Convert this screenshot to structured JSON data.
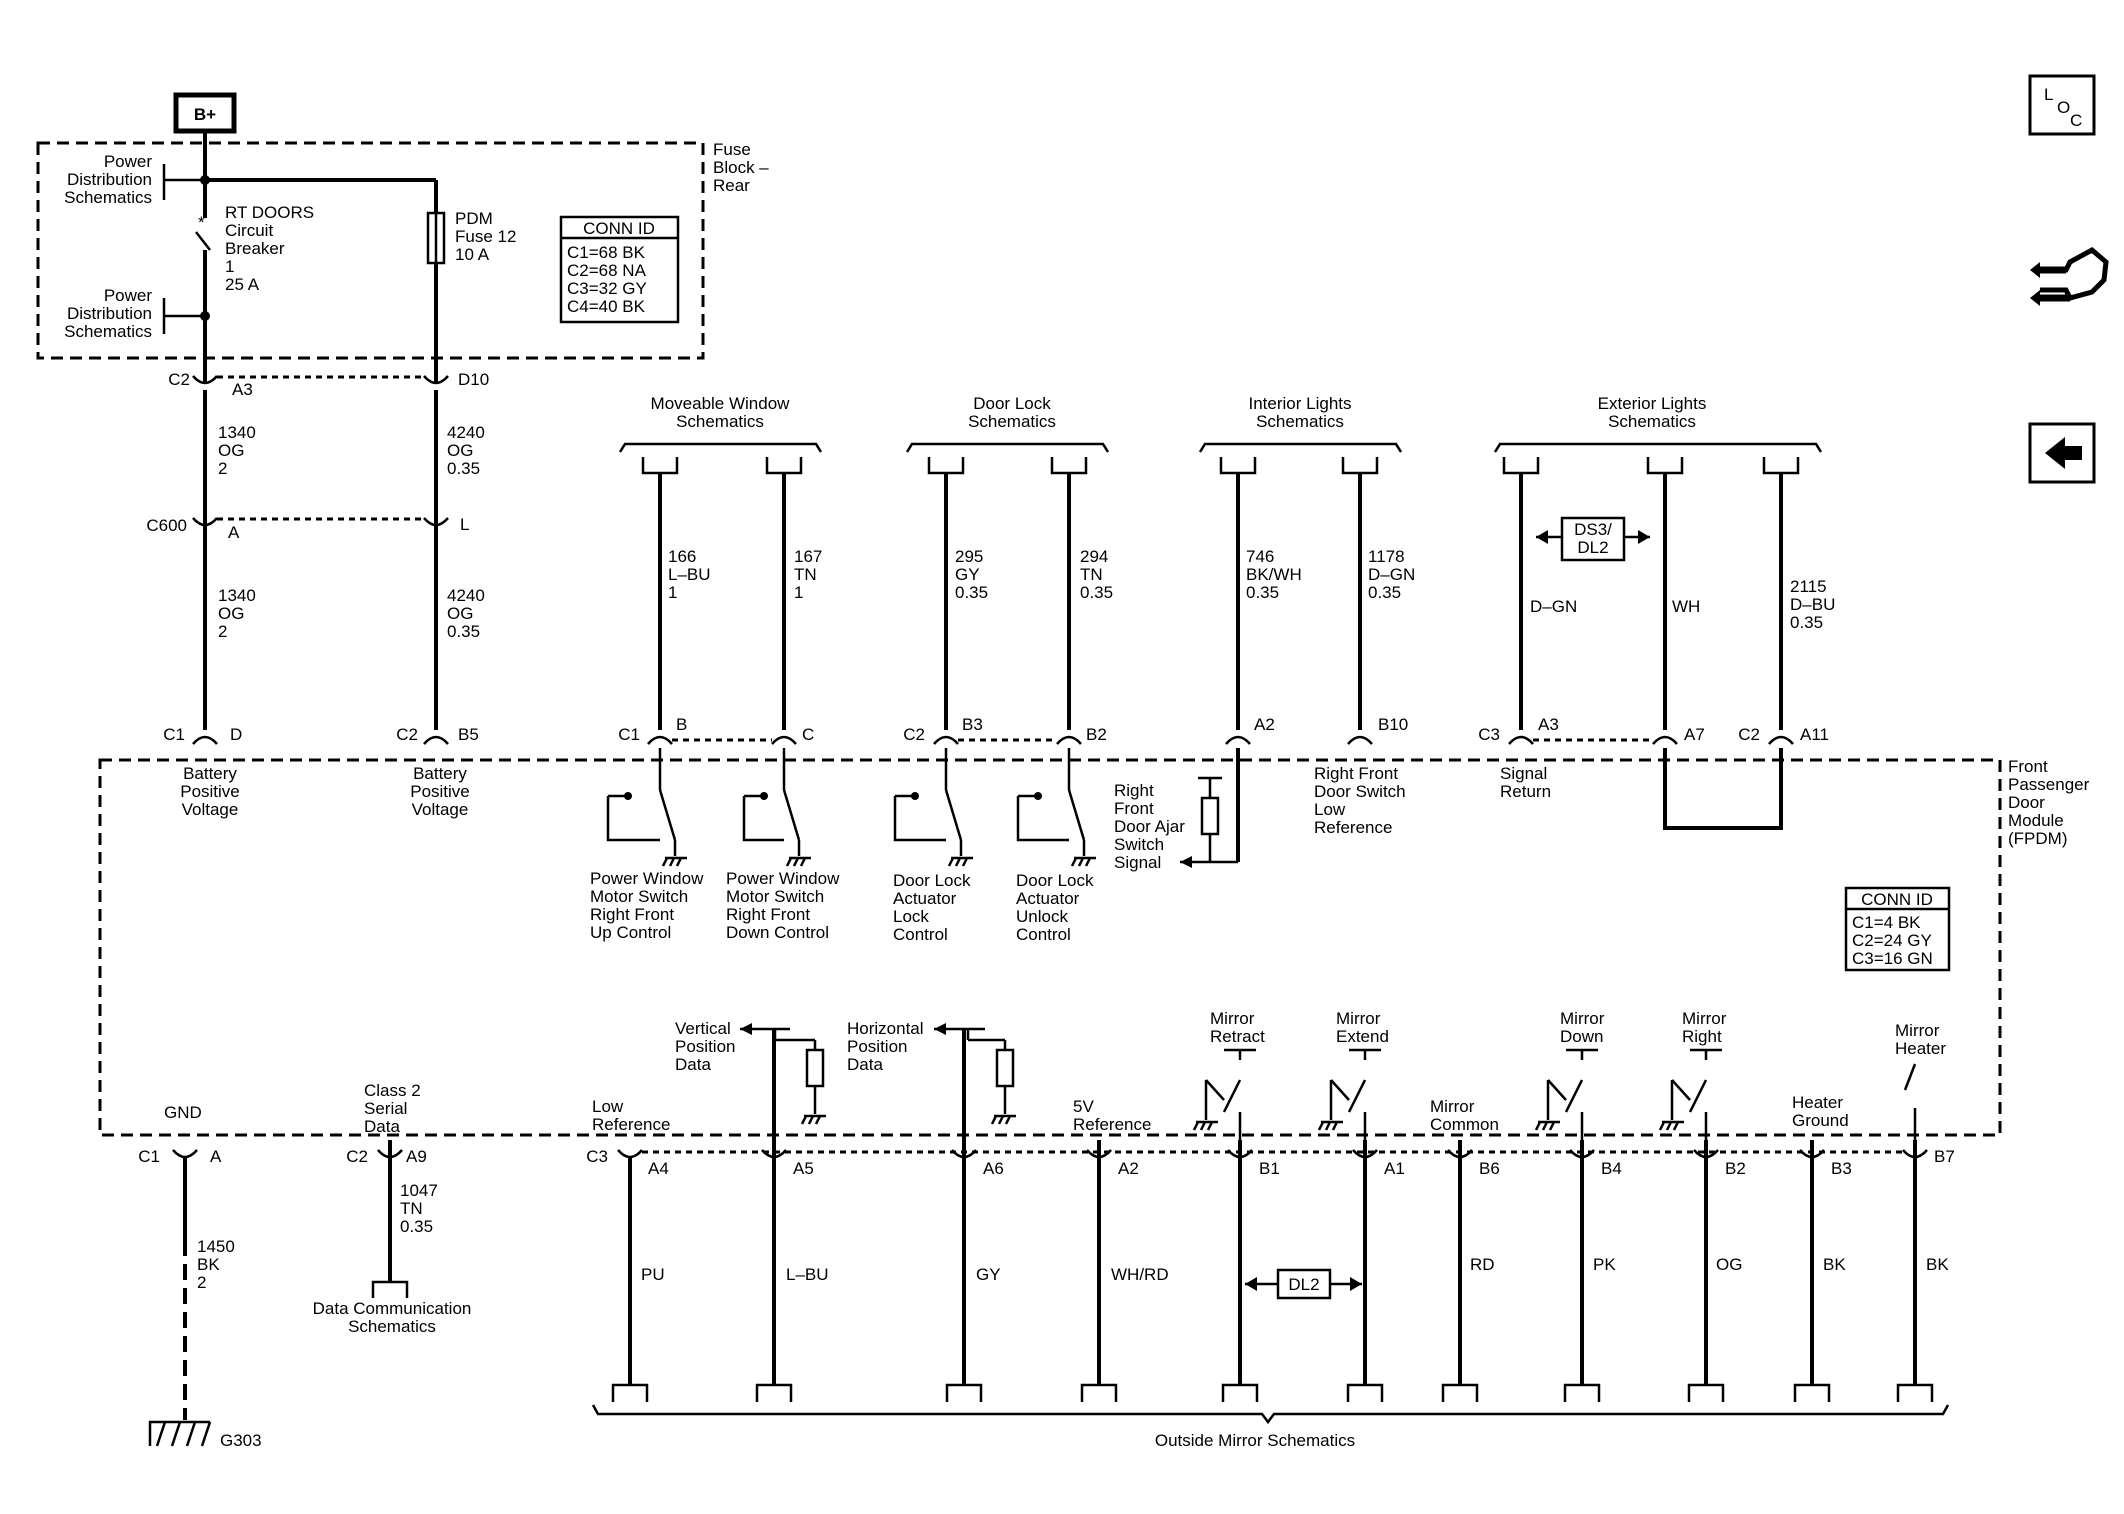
{
  "power": {
    "source": "B+",
    "fuse_block": [
      "Fuse",
      "Block –",
      "Rear"
    ],
    "pds_top": [
      "Power",
      "Distribution",
      "Schematics"
    ],
    "pds_bottom": [
      "Power",
      "Distribution",
      "Schematics"
    ],
    "breaker": [
      "RT DOORS",
      "Circuit",
      "Breaker",
      "1",
      "25 A"
    ],
    "fuse": [
      "PDM",
      "Fuse 12",
      "10 A"
    ]
  },
  "conn_id_top": {
    "title": "CONN ID",
    "rows": [
      "C1=68 BK",
      "C2=68 NA",
      "C3=32 GY",
      "C4=40 BK"
    ]
  },
  "conn_id_fpdm": {
    "title": "CONN ID",
    "rows": [
      "C1=4 BK",
      "C2=24 GY",
      "C3=16 GN"
    ]
  },
  "fpdm": [
    "Front",
    "Passenger",
    "Door",
    "Module",
    "(FPDM)"
  ],
  "connectors": {
    "c2": "C2",
    "a3": "A3",
    "d10": "D10",
    "c600": "C600",
    "a": "A",
    "l": "L",
    "c1d": "C1",
    "d": "D",
    "c2b5": "C2",
    "b5": "B5"
  },
  "wires": {
    "w1340a": [
      "1340",
      "OG",
      "2"
    ],
    "w4240a": [
      "4240",
      "OG",
      "0.35"
    ],
    "w1340b": [
      "1340",
      "OG",
      "2"
    ],
    "w4240b": [
      "4240",
      "OG",
      "0.35"
    ]
  },
  "batt": [
    "Battery",
    "Positive",
    "Voltage"
  ],
  "groups": {
    "window": [
      "Moveable Window",
      "Schematics"
    ],
    "doorlock": [
      "Door Lock",
      "Schematics"
    ],
    "interior": [
      "Interior Lights",
      "Schematics"
    ],
    "exterior": [
      "Exterior Lights",
      "Schematics"
    ]
  },
  "top_wires": [
    [
      "166",
      "L–BU",
      "1"
    ],
    [
      "167",
      "TN",
      "1"
    ],
    [
      "295",
      "GY",
      "0.35"
    ],
    [
      "294",
      "TN",
      "0.35"
    ],
    [
      "746",
      "BK/WH",
      "0.35"
    ],
    [
      "1178",
      "D–GN",
      "0.35"
    ],
    [
      "D–GN"
    ],
    [
      "WH"
    ],
    [
      "2115",
      "D–BU",
      "0.35"
    ]
  ],
  "top_pins": {
    "c1": "C1",
    "b": "B",
    "c": "C",
    "c2": "C2",
    "b3": "B3",
    "b2": "B2",
    "a2": "A2",
    "b10": "B10",
    "c3": "C3",
    "a3": "A3",
    "a7": "A7",
    "c2b": "C2",
    "a11": "A11"
  },
  "ds3": [
    "DS3/",
    "DL2"
  ],
  "switches": {
    "pw_up": [
      "Power Window",
      "Motor Switch",
      "Right Front",
      "Up Control"
    ],
    "pw_down": [
      "Power Window",
      "Motor Switch",
      "Right Front",
      "Down Control"
    ],
    "dl_lock": [
      "Door Lock",
      "Actuator",
      "Lock",
      "Control"
    ],
    "dl_unlock": [
      "Door Lock",
      "Actuator",
      "Unlock",
      "Control"
    ],
    "ajar": [
      "Right",
      "Front",
      "Door Ajar",
      "Switch",
      "Signal"
    ],
    "rf_switch": [
      "Right Front",
      "Door Switch",
      "Low",
      "Reference"
    ],
    "signal_return": [
      "Signal",
      "Return"
    ]
  },
  "bottom_labels": {
    "gnd": [
      "GND"
    ],
    "class2": [
      "Class 2",
      "Serial",
      "Data"
    ],
    "low_ref": [
      "Low",
      "Reference"
    ],
    "vert": [
      "Vertical",
      "Position",
      "Data"
    ],
    "horiz": [
      "Horizontal",
      "Position",
      "Data"
    ],
    "v5": [
      "5V",
      "Reference"
    ],
    "retract": [
      "Mirror",
      "Retract"
    ],
    "extend": [
      "Mirror",
      "Extend"
    ],
    "common": [
      "Mirror",
      "Common"
    ],
    "down": [
      "Mirror",
      "Down"
    ],
    "right": [
      "Mirror",
      "Right"
    ],
    "heater_gnd": [
      "Heater",
      "Ground"
    ],
    "heater": [
      "Mirror",
      "Heater"
    ]
  },
  "bottom_pins": {
    "c1": "C1",
    "a": "A",
    "c2": "C2",
    "a9": "A9",
    "c3": "C3",
    "a4": "A4",
    "a5": "A5",
    "a6": "A6",
    "a2": "A2",
    "b1": "B1",
    "a1": "A1",
    "b6": "B6",
    "b4": "B4",
    "b2": "B2",
    "b3": "B3",
    "b7": "B7"
  },
  "bottom_wires": {
    "w1450": [
      "1450",
      "BK",
      "2"
    ],
    "w1047": [
      "1047",
      "TN",
      "0.35"
    ],
    "pu": "PU",
    "lbu": "L–BU",
    "gy": "GY",
    "whrd": "WH/RD",
    "rd": "RD",
    "pk": "PK",
    "og": "OG",
    "bk1": "BK",
    "bk2": "BK"
  },
  "dl2": "DL2",
  "data_comm": [
    "Data Communication",
    "Schematics"
  ],
  "g303": "G303",
  "outside_mirror": "Outside Mirror Schematics",
  "sidebar": {
    "loc": [
      "L",
      "O",
      "C"
    ]
  }
}
